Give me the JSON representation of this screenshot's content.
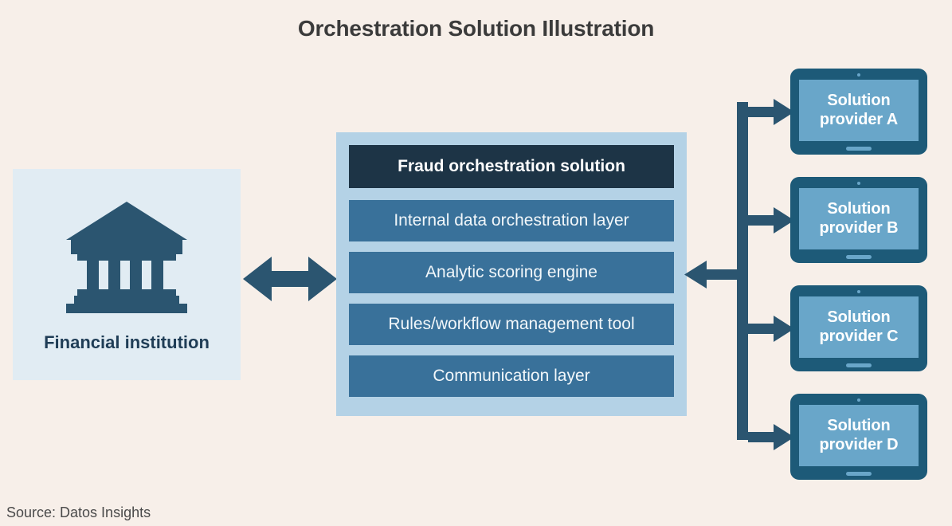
{
  "title": "Orchestration Solution Illustration",
  "source": "Source: Datos Insights",
  "colors": {
    "background": "#f7efe9",
    "title_text": "#3b3b3b",
    "navy_dark": "#1d3446",
    "steel_blue": "#39719a",
    "panel_light_blue": "#b4d2e6",
    "fi_panel_bg": "#e1ecf3",
    "arrow_navy": "#2b5570",
    "tablet_bezel": "#1d5a78",
    "tablet_screen": "#69a6c9",
    "fi_icon": "#2b5570"
  },
  "financial_institution": {
    "label": "Financial institution",
    "icon": "bank-icon"
  },
  "center_stack": {
    "header": "Fraud orchestration solution",
    "layers": [
      "Internal data orchestration layer",
      "Analytic scoring engine",
      "Rules/workflow management tool",
      "Communication layer"
    ]
  },
  "providers": [
    {
      "line1": "Solution",
      "line2": "provider A"
    },
    {
      "line1": "Solution",
      "line2": "provider B"
    },
    {
      "line1": "Solution",
      "line2": "provider C"
    },
    {
      "line1": "Solution",
      "line2": "provider D"
    }
  ],
  "connectors": {
    "bidirectional_arrow": "double-headed-arrow-icon",
    "bracket": "bracket-connector-icon"
  },
  "chart_data": {
    "type": "diagram",
    "title": "Orchestration Solution Illustration",
    "nodes": [
      {
        "id": "fi",
        "label": "Financial institution",
        "group": "left"
      },
      {
        "id": "stack",
        "label": "Fraud orchestration solution",
        "group": "center"
      },
      {
        "id": "layer1",
        "label": "Internal data orchestration layer",
        "group": "center"
      },
      {
        "id": "layer2",
        "label": "Analytic scoring engine",
        "group": "center"
      },
      {
        "id": "layer3",
        "label": "Rules/workflow management tool",
        "group": "center"
      },
      {
        "id": "layer4",
        "label": "Communication layer",
        "group": "center"
      },
      {
        "id": "pA",
        "label": "Solution provider A",
        "group": "right"
      },
      {
        "id": "pB",
        "label": "Solution provider B",
        "group": "right"
      },
      {
        "id": "pC",
        "label": "Solution provider C",
        "group": "right"
      },
      {
        "id": "pD",
        "label": "Solution provider D",
        "group": "right"
      }
    ],
    "edges": [
      {
        "from": "fi",
        "to": "stack",
        "direction": "bidirectional"
      },
      {
        "from": "stack",
        "to": "pA",
        "direction": "bidirectional"
      },
      {
        "from": "stack",
        "to": "pB",
        "direction": "bidirectional"
      },
      {
        "from": "stack",
        "to": "pC",
        "direction": "bidirectional"
      },
      {
        "from": "stack",
        "to": "pD",
        "direction": "bidirectional"
      }
    ]
  }
}
